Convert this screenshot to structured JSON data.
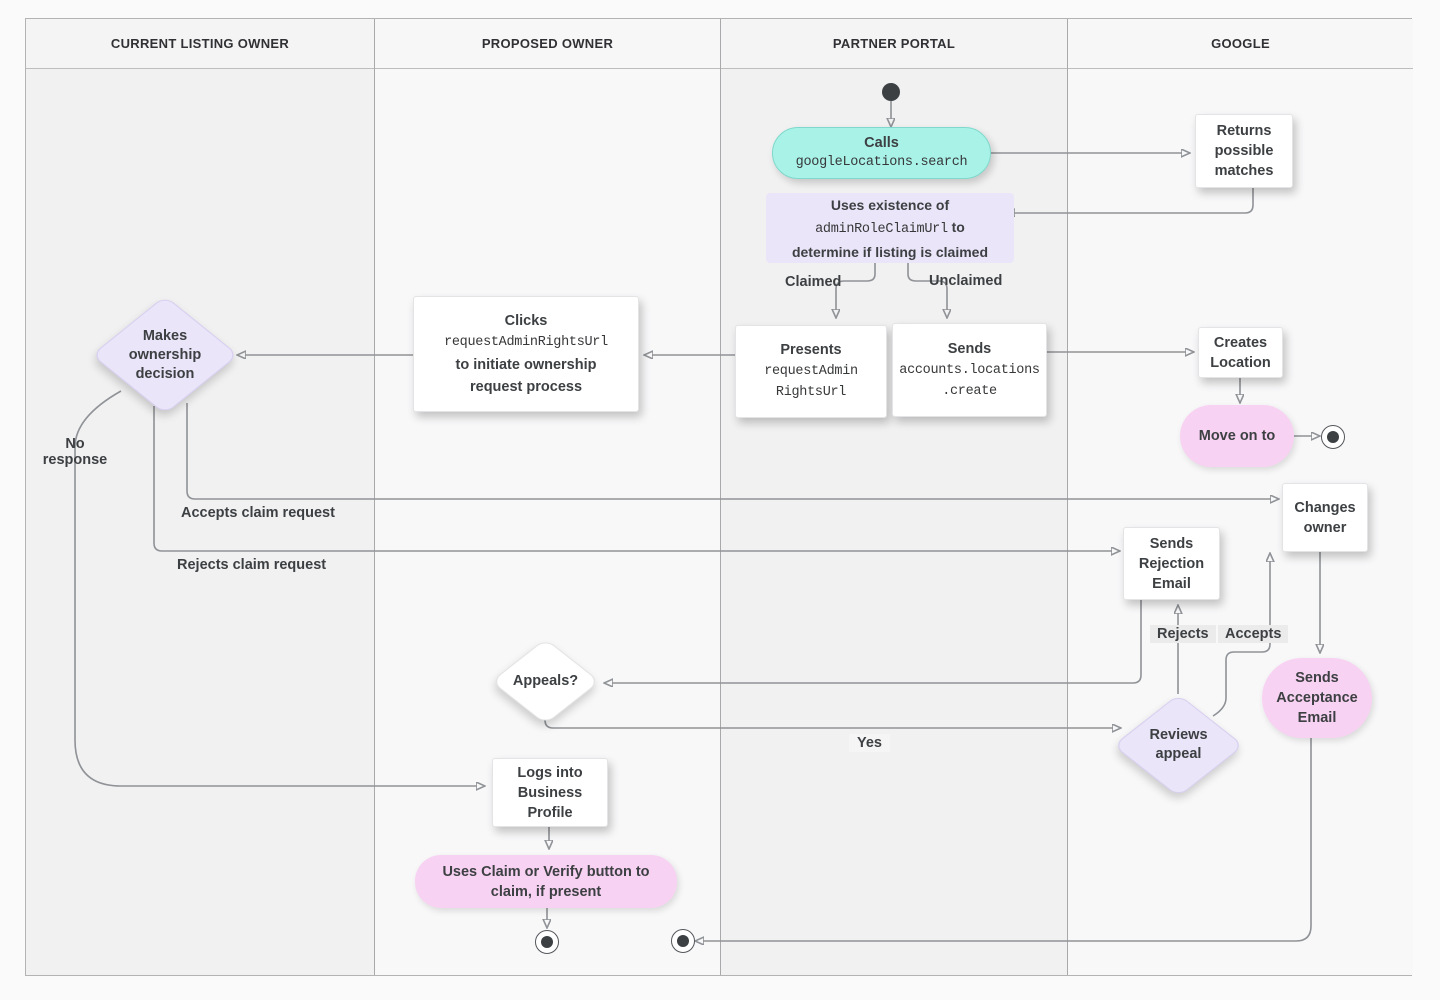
{
  "lanes": {
    "current_listing_owner": "CURRENT LISTING OWNER",
    "proposed_owner": "PROPOSED OWNER",
    "partner_portal": "PARTNER PORTAL",
    "google": "GOOGLE"
  },
  "nodes": {
    "calls": {
      "title": "Calls",
      "code": "googleLocations.search"
    },
    "returns_matches": {
      "lines": [
        "Returns",
        "possible",
        "matches"
      ]
    },
    "uses_existence": {
      "line1": "Uses existence of",
      "code": "adminRoleClaimUrl",
      "line2_rest": "to",
      "line3": "determine if listing is claimed"
    },
    "presents": {
      "title": "Presents",
      "code_lines": [
        "requestAdmin",
        "RightsUrl"
      ]
    },
    "sends_create": {
      "title": "Sends",
      "code_lines": [
        "accounts.locations",
        ".create"
      ]
    },
    "creates_location": {
      "lines": [
        "Creates",
        "Location"
      ]
    },
    "move_on": {
      "label": "Move on to"
    },
    "clicks": {
      "title": "Clicks",
      "code": "requestAdminRightsUrl",
      "lines": [
        "to initiate ownership",
        "request process"
      ]
    },
    "makes_decision": {
      "lines": [
        "Makes",
        "ownership",
        "decision"
      ]
    },
    "changes_owner": {
      "lines": [
        "Changes",
        "owner"
      ]
    },
    "rejection_email": {
      "lines": [
        "Sends",
        "Rejection",
        "Email"
      ]
    },
    "acceptance_email": {
      "lines": [
        "Sends",
        "Acceptance",
        "Email"
      ]
    },
    "appeals": {
      "label": "Appeals?"
    },
    "reviews_appeal": {
      "lines": [
        "Reviews",
        "appeal"
      ]
    },
    "logs_in": {
      "lines": [
        "Logs into",
        "Business",
        "Profile"
      ]
    },
    "claim_verify": {
      "lines": [
        "Uses Claim or Verify button to",
        "claim, if present"
      ]
    }
  },
  "edge_labels": {
    "claimed": "Claimed",
    "unclaimed": "Unclaimed",
    "no_response": [
      "No",
      "response"
    ],
    "accepts_claim": "Accepts claim request",
    "rejects_claim": "Rejects claim request",
    "rejects": "Rejects",
    "accepts": "Accepts",
    "yes": "Yes"
  },
  "colors": {
    "teal_fill": "#a9f2e8",
    "teal_border": "#7ed9cc",
    "lavender_fill": "#eae5f8",
    "pink_fill": "#f8d2f2",
    "white_fill": "#ffffff",
    "connector": "#8f9296",
    "arrowhead": "#63676b",
    "text": "#3d4043",
    "lane_dark": "#f1f1f2",
    "lane_light": "#f8f8f9"
  }
}
